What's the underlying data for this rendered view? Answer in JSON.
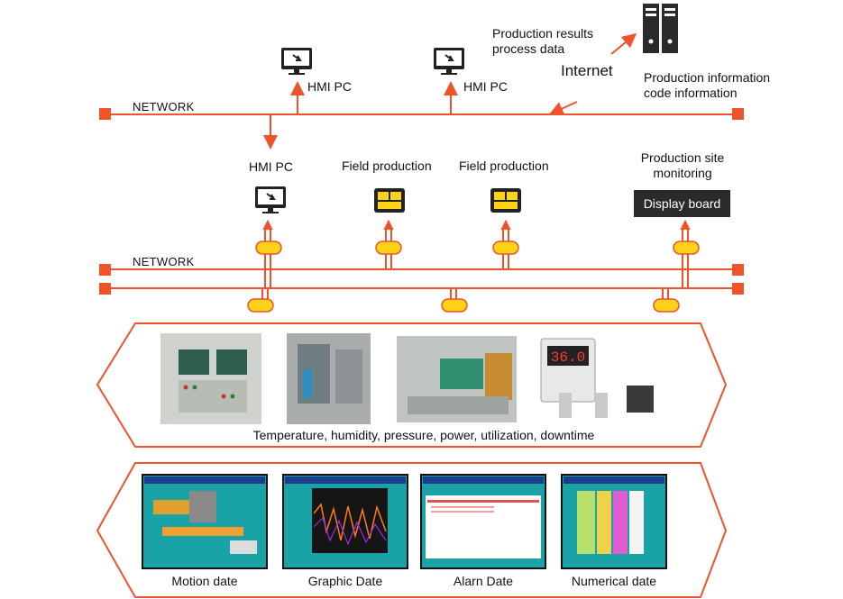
{
  "networks": {
    "top_label": "NETWORK",
    "middle_label": "NETWORK"
  },
  "hmi": {
    "pc1_label": "HMI PC",
    "pc2_label": "HMI PC",
    "pc3_label": "HMI PC"
  },
  "internet": {
    "label": "Internet",
    "upload_line1": "Production results",
    "upload_line2": "process data",
    "server_line1": "Production information",
    "server_line2": "code information"
  },
  "field": {
    "field1_label": "Field production",
    "field2_label": "Field production",
    "site_line1": "Production site",
    "site_line2": "monitoring",
    "display_board": "Display board"
  },
  "sensors": {
    "caption": "Temperature, humidity, pressure, power, utilization, downtime",
    "controller_readout": "36.0"
  },
  "screens": {
    "motion": "Motion date",
    "graphic": "Graphic Date",
    "alarm": "Alarn Date",
    "numerical": "Numerical date"
  },
  "colors": {
    "network": "#f0522a",
    "connector": "#ffd21a",
    "screen_bg": "#1aa3a6",
    "screen_header": "#1f3b8c"
  }
}
